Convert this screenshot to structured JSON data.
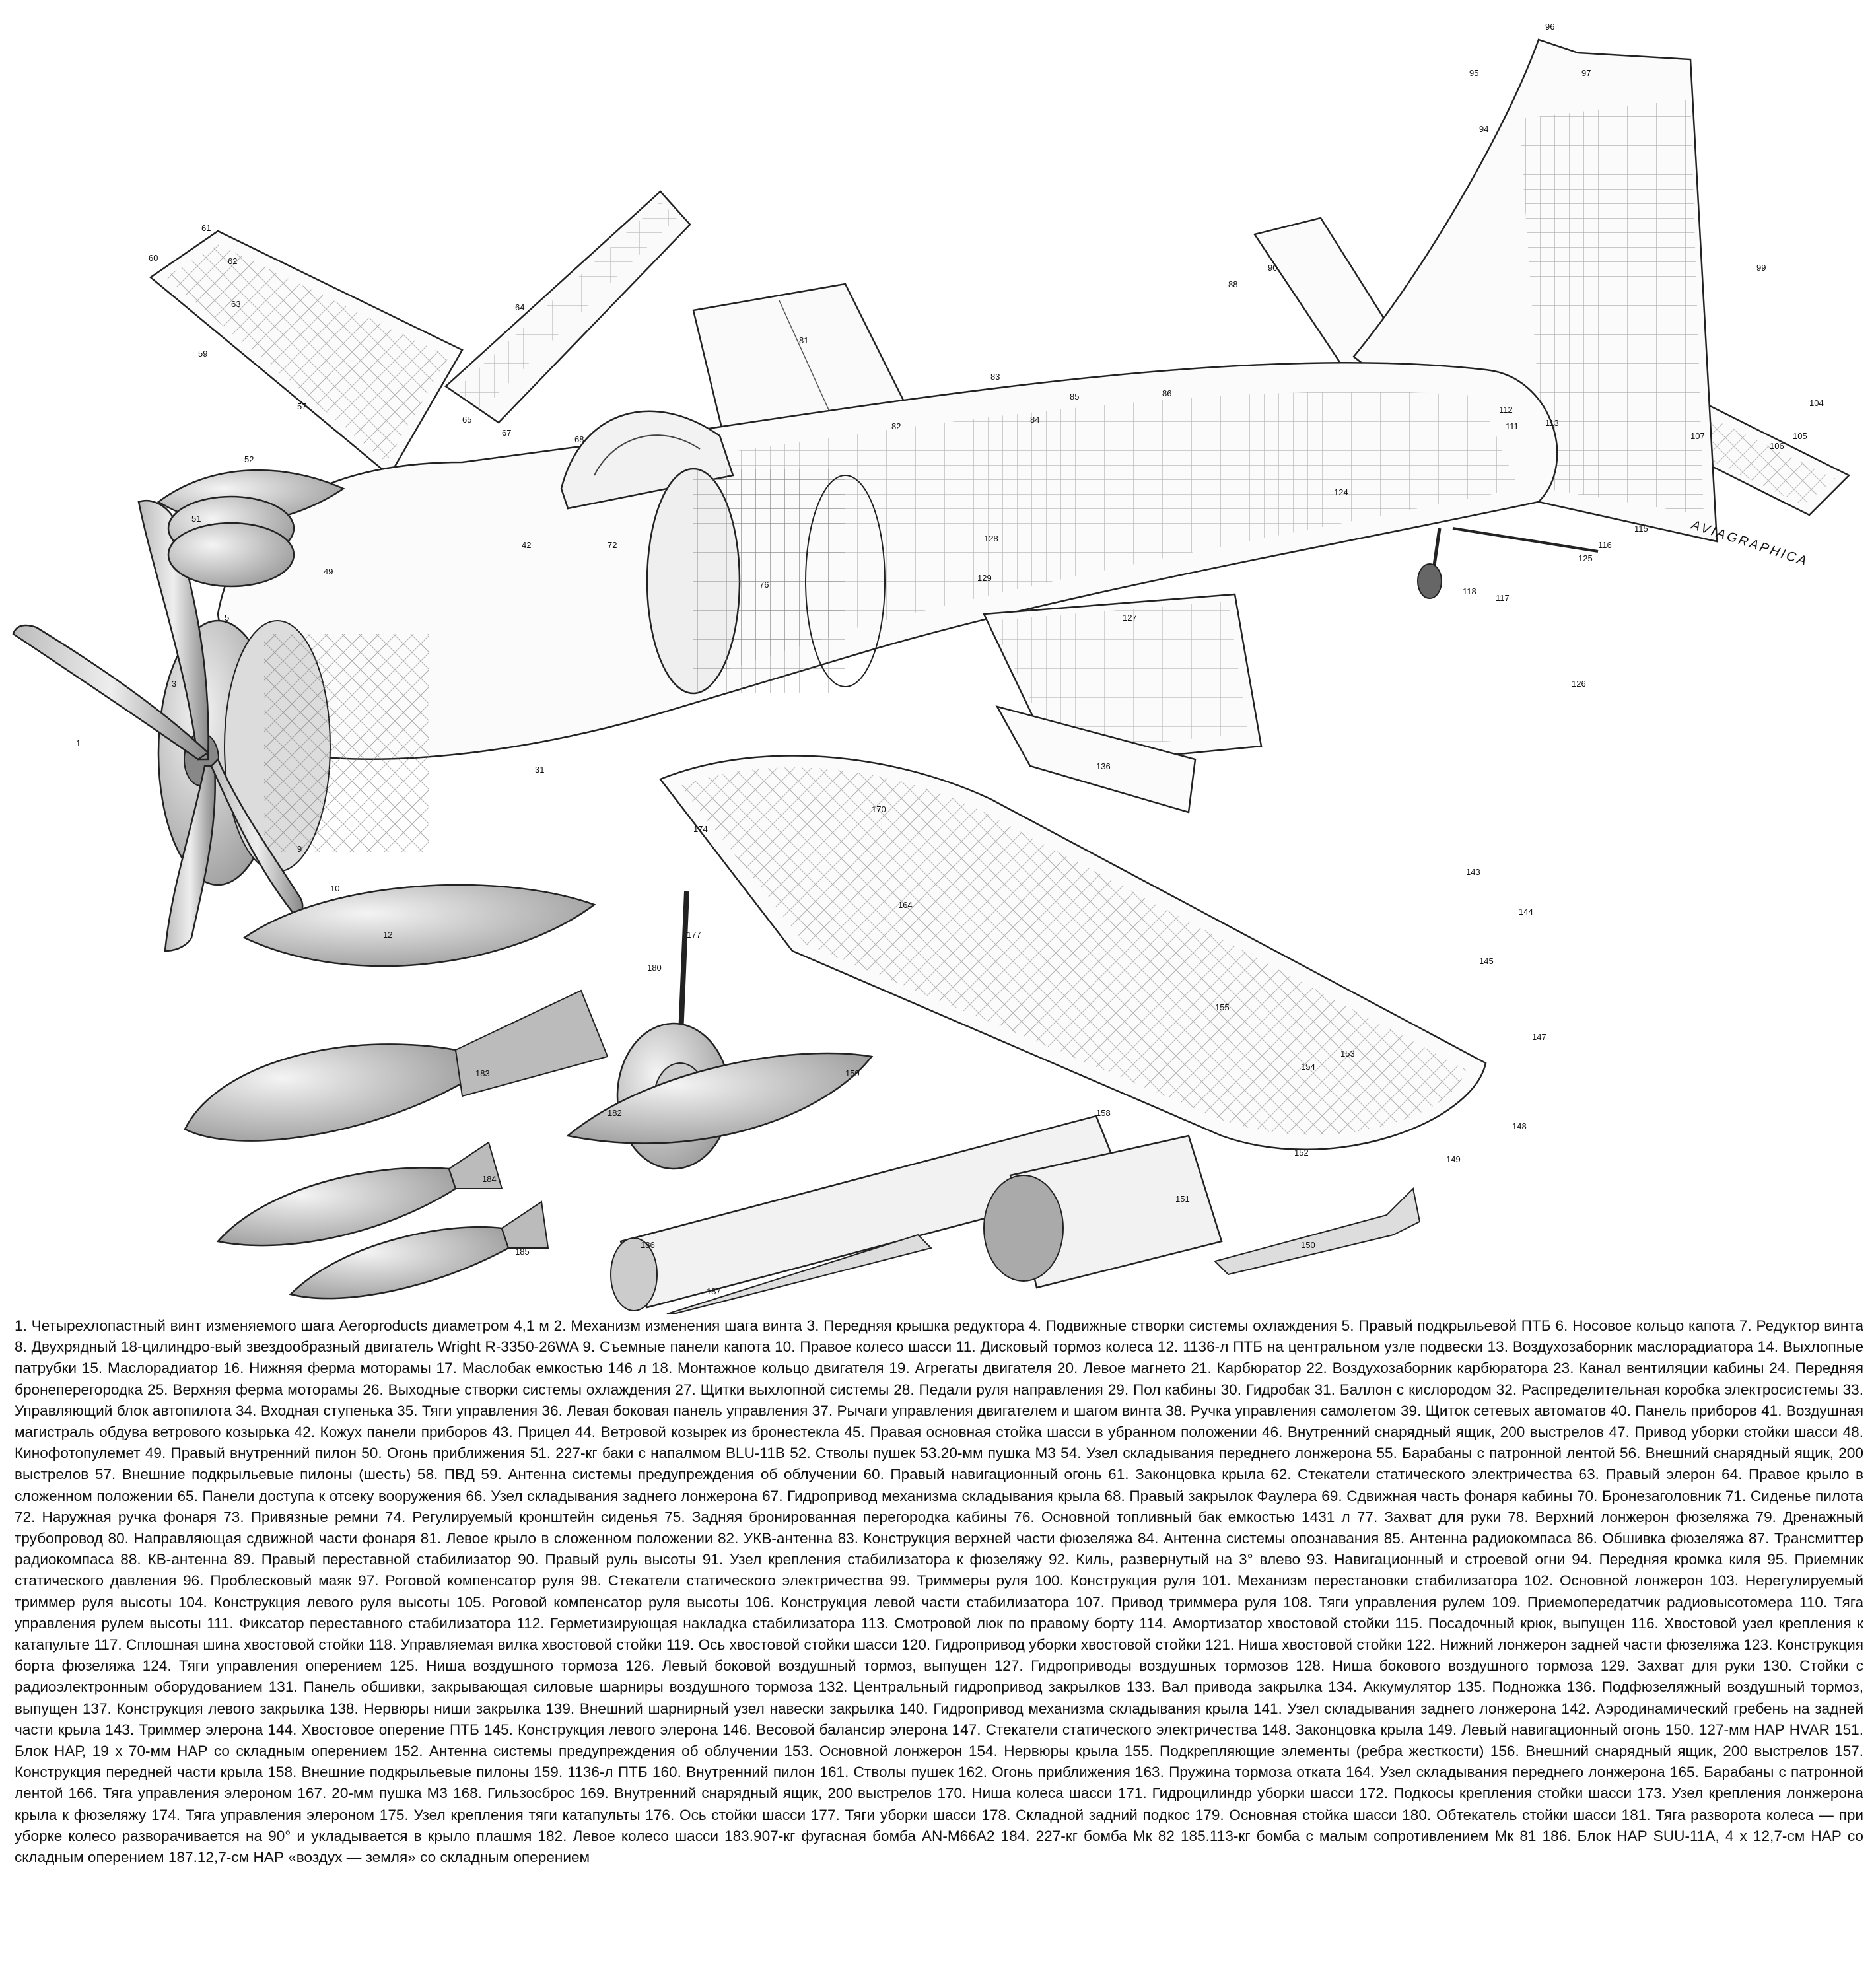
{
  "watermark": "AVIAGRAPHICA",
  "callouts": [
    {
      "n": 1
    },
    {
      "n": 3
    },
    {
      "n": 5
    },
    {
      "n": 9
    },
    {
      "n": 10
    },
    {
      "n": 12
    },
    {
      "n": 31
    },
    {
      "n": 42
    },
    {
      "n": 49
    },
    {
      "n": 51
    },
    {
      "n": 52
    },
    {
      "n": 57
    },
    {
      "n": 59
    },
    {
      "n": 60
    },
    {
      "n": 61
    },
    {
      "n": 62
    },
    {
      "n": 63
    },
    {
      "n": 64
    },
    {
      "n": 65
    },
    {
      "n": 67
    },
    {
      "n": 68
    },
    {
      "n": 72
    },
    {
      "n": 76
    },
    {
      "n": 81
    },
    {
      "n": 82
    },
    {
      "n": 83
    },
    {
      "n": 84
    },
    {
      "n": 85
    },
    {
      "n": 86
    },
    {
      "n": 88
    },
    {
      "n": 90
    },
    {
      "n": 94
    },
    {
      "n": 95
    },
    {
      "n": 96
    },
    {
      "n": 97
    },
    {
      "n": 99
    },
    {
      "n": 104
    },
    {
      "n": 105
    },
    {
      "n": 106
    },
    {
      "n": 107
    },
    {
      "n": 111
    },
    {
      "n": 112
    },
    {
      "n": 113
    },
    {
      "n": 115
    },
    {
      "n": 116
    },
    {
      "n": 117
    },
    {
      "n": 118
    },
    {
      "n": 124
    },
    {
      "n": 125
    },
    {
      "n": 126
    },
    {
      "n": 127
    },
    {
      "n": 128
    },
    {
      "n": 129
    },
    {
      "n": 136
    },
    {
      "n": 143
    },
    {
      "n": 144
    },
    {
      "n": 145
    },
    {
      "n": 147
    },
    {
      "n": 148
    },
    {
      "n": 149
    },
    {
      "n": 150
    },
    {
      "n": 151
    },
    {
      "n": 152
    },
    {
      "n": 153
    },
    {
      "n": 154
    },
    {
      "n": 155
    },
    {
      "n": 158
    },
    {
      "n": 159
    },
    {
      "n": 164
    },
    {
      "n": 170
    },
    {
      "n": 174
    },
    {
      "n": 177
    },
    {
      "n": 180
    },
    {
      "n": 182
    },
    {
      "n": 183
    },
    {
      "n": 184
    },
    {
      "n": 185
    },
    {
      "n": 186
    },
    {
      "n": 187
    }
  ],
  "legend": [
    "1. Четырехлопастный винт изменяемого шага Aeroproducts диаметром 4,1 м",
    "2. Механизм изменения шага винта",
    "3. Передняя крышка редуктора",
    "4. Подвижные створки системы охлаждения",
    "5. Правый подкрыльевой ПТБ",
    "6. Носовое кольцо капота",
    "7. Редуктор винта",
    "8. Двухрядный 18-цилиндро-вый звездообразный двигатель Wright R-3350-26WA",
    "9. Съемные панели капота",
    "10. Правое колесо шасси",
    "11. Дисковый тормоз колеса",
    "12. 1136-л ПТБ на центральном узле подвески",
    "13. Воздухозаборник маслорадиатора",
    "14. Выхлопные патрубки",
    "15. Маслорадиатор",
    "16. Нижняя ферма моторамы",
    "17. Маслобак емкостью 146 л",
    "18. Монтажное кольцо двигателя",
    "19. Агрегаты двигателя",
    "20. Левое магнето",
    "21. Карбюратор",
    "22. Воздухозаборник карбюратора",
    "23. Канал вентиляции кабины",
    "24. Передняя бронеперегородка",
    "25. Верхняя ферма моторамы",
    "26. Выходные створки системы охлаждения",
    "27. Щитки выхлопной системы",
    "28. Педали руля направления",
    "29. Пол кабины",
    "30. Гидробак",
    "31. Баллон с кислородом",
    "32. Распределительная коробка электросистемы",
    "33. Управляющий блок автопилота",
    "34. Входная ступенька",
    "35. Тяги управления",
    "36. Левая боковая панель управления",
    "37. Рычаги управления двигателем и шагом винта",
    "38. Ручка управления самолетом",
    "39. Щиток сетевых автоматов",
    "40. Панель приборов",
    "41. Воздушная магистраль обдува ветрового козырька",
    "42. Кожух панели приборов",
    "43. Прицел",
    "44. Ветровой козырек из бронестекла",
    "45. Правая основная стойка шасси в убранном положении",
    "46. Внутренний снарядный ящик, 200 выстрелов",
    "47. Привод уборки стойки шасси",
    "48. Кинофотопулемет",
    "49. Правый внутренний пилон",
    "50. Огонь приближения",
    "51. 227-кг баки с напалмом BLU-11B",
    "52. Стволы пушек",
    "53.20-мм пушка М3",
    "54. Узел складывания переднего лонжерона",
    "55. Барабаны с патронной лентой",
    "56. Внешний снарядный ящик, 200 выстрелов",
    "57. Внешние подкрыльевые пилоны (шесть)",
    "58. ПВД",
    "59. Антенна системы предупреждения об облучении",
    "60. Правый навигационный огонь",
    "61. Законцовка крыла",
    "62. Стекатели статического электричества",
    "63. Правый элерон",
    "64. Правое крыло в сложенном положении",
    "65. Панели доступа к отсеку вооружения",
    "66. Узел складывания заднего лонжерона",
    "67. Гидропривод механизма складывания крыла",
    "68. Правый закрылок Фаулера",
    "69. Сдвижная часть фонаря кабины",
    "70. Бронезаголовник",
    "71. Сиденье пилота",
    "72. Наружная ручка фонаря",
    "73. Привязные ремни",
    "74. Регулируемый кронштейн сиденья",
    "75. Задняя бронированная перегородка кабины",
    "76. Основной топливный бак емкостью 1431 л",
    "77. Захват для руки",
    "78. Верхний лонжерон фюзеляжа",
    "79. Дренажный трубопровод",
    "80. Направляющая сдвижной части фонаря",
    "81. Левое крыло в сложенном положении",
    "82. УКВ-антенна",
    "83. Конструкция верхней части фюзеляжа",
    "84. Антенна системы опознавания",
    "85. Антенна радиокомпаса",
    "86. Обшивка фюзеляжа",
    "87. Трансмиттер радиокомпаса",
    "88. КВ-антенна",
    "89. Правый переставной стабилизатор",
    "90. Правый руль высоты",
    "91. Узел крепления стабилизатора к фюзеляжу",
    "92. Киль, развернутый на 3° влево",
    "93. Навигационный и строевой огни",
    "94. Передняя кромка киля",
    "95. Приемник статического давления",
    "96. Проблесковый маяк",
    "97. Роговой компенсатор руля",
    "98. Стекатели статического электричества",
    "99. Триммеры руля",
    "100. Конструкция руля",
    "101. Механизм перестановки стабилизатора",
    "102. Основной лонжерон",
    "103. Нерегулируемый триммер руля высоты",
    "104. Конструкция левого руля высоты",
    "105. Роговой компенсатор руля высоты",
    "106. Конструкция левой части стабилизатора",
    "107. Привод триммера руля",
    "108. Тяги управления рулем",
    "109. Приемопередатчик радиовысотомера",
    "110. Тяга управления рулем высоты",
    "111. Фиксатор переставного стабилизатора",
    "112. Герметизирующая накладка стабилизатора",
    "113. Смотровой люк по правому борту",
    "114. Амортизатор хвостовой стойки",
    "115. Посадочный крюк, выпущен",
    "116. Хвостовой узел крепления к катапульте",
    "117. Сплошная шина хвостовой стойки",
    "118. Управляемая вилка хвостовой стойки",
    "119. Ось хвостовой стойки шасси",
    "120. Гидропривод уборки хвостовой стойки",
    "121. Ниша хвостовой стойки",
    "122. Нижний лонжерон задней части фюзеляжа",
    "123. Конструкция борта фюзеляжа",
    "124. Тяги управления оперением",
    "125. Ниша воздушного тормоза",
    "126. Левый боковой воздушный тормоз, выпущен",
    "127. Гидроприводы воздушных тормозов",
    "128. Ниша бокового воздушного тормоза",
    "129. Захват для руки",
    "130. Стойки с радиоэлектронным оборудованием",
    "131. Панель обшивки, закрывающая силовые шарниры воздушного тормоза",
    "132. Центральный гидропривод закрылков",
    "133. Вал привода закрылка",
    "134. Аккумулятор",
    "135. Подножка",
    "136. Подфюзеляжный воздушный тормоз, выпущен",
    "137. Конструкция левого закрылка",
    "138. Нервюры ниши закрылка",
    "139. Внешний шарнирный узел навески закрылка",
    "140. Гидропривод механизма складывания крыла",
    "141. Узел складывания заднего лонжерона",
    "142. Аэродинамический гребень на задней части крыла",
    "143. Триммер элерона",
    "144. Хвостовое оперение ПТБ",
    "145. Конструкция левого элерона",
    "146. Весовой балансир элерона",
    "147. Стекатели статического электричества",
    "148. Законцовка крыла",
    "149. Левый навигационный огонь",
    "150. 127-мм НАР HVAR",
    "151. Блок НАР, 19 х 70-мм НАР со складным оперением",
    "152. Антенна системы предупреждения об облучении",
    "153. Основной лонжерон",
    "154. Нервюры крыла",
    "155. Подкрепляющие элементы (ребра жесткости)",
    "156. Внешний снарядный ящик, 200 выстрелов",
    "157. Конструкция передней части крыла",
    "158. Внешние подкрыльевые пилоны",
    "159. 1136-л ПТБ",
    "160. Внутренний пилон",
    "161. Стволы пушек",
    "162. Огонь приближения",
    "163. Пружина тормоза отката",
    "164. Узел складывания переднего лонжерона",
    "165. Барабаны с патронной лентой",
    "166. Тяга управления элероном",
    "167. 20-мм пушка М3",
    "168. Гильзосброс",
    "169. Внутренний снарядный ящик, 200 выстрелов",
    "170. Ниша колеса шасси",
    "171. Гидроцилиндр уборки шасси",
    "172. Подкосы крепления стойки шасси",
    "173. Узел крепления лонжерона крыла к фюзеляжу",
    "174. Тяга управления элероном",
    "175. Узел крепления тяги катапульты",
    "176. Ось стойки шасси",
    "177. Тяги уборки шасси",
    "178. Складной задний подкос",
    "179. Основная стойка шасси",
    "180. Обтекатель стойки шасси",
    "181. Тяга разворота колеса — при уборке колесо разворачивается на 90° и укладывается в крыло плашмя",
    "182. Левое колесо шасси",
    "183.907-кг фугасная бомба AN-M66A2",
    "184. 227-кг бомба Мк 82",
    "185.113-кг бомба с малым сопротивлением Мк 81",
    "186. Блок НАР SUU-11A, 4 х 12,7-см НАР со складным оперением",
    "187.12,7-см НАР «воздух — земля» со складным оперением"
  ]
}
